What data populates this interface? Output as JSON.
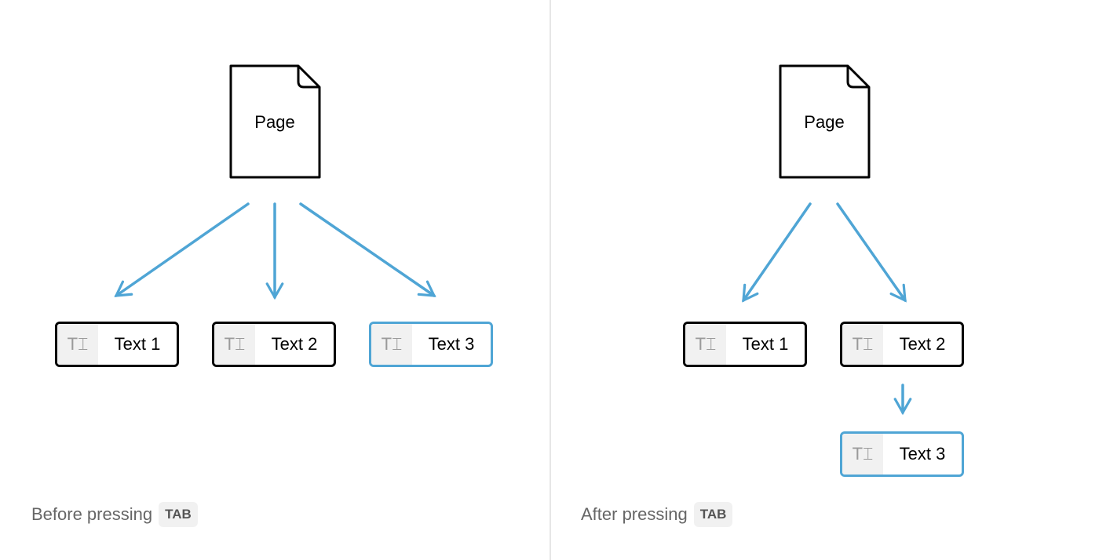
{
  "accent_color": "#4fa5d5",
  "before": {
    "page_label": "Page",
    "blocks": [
      "Text 1",
      "Text 2",
      "Text 3"
    ],
    "selected": "Text 3",
    "caption": "Before pressing",
    "key": "TAB"
  },
  "after": {
    "page_label": "Page",
    "blocks": [
      "Text 1",
      "Text 2",
      "Text 3"
    ],
    "selected": "Text 3",
    "caption": "After pressing",
    "key": "TAB"
  },
  "block_icon": "text-type-icon"
}
